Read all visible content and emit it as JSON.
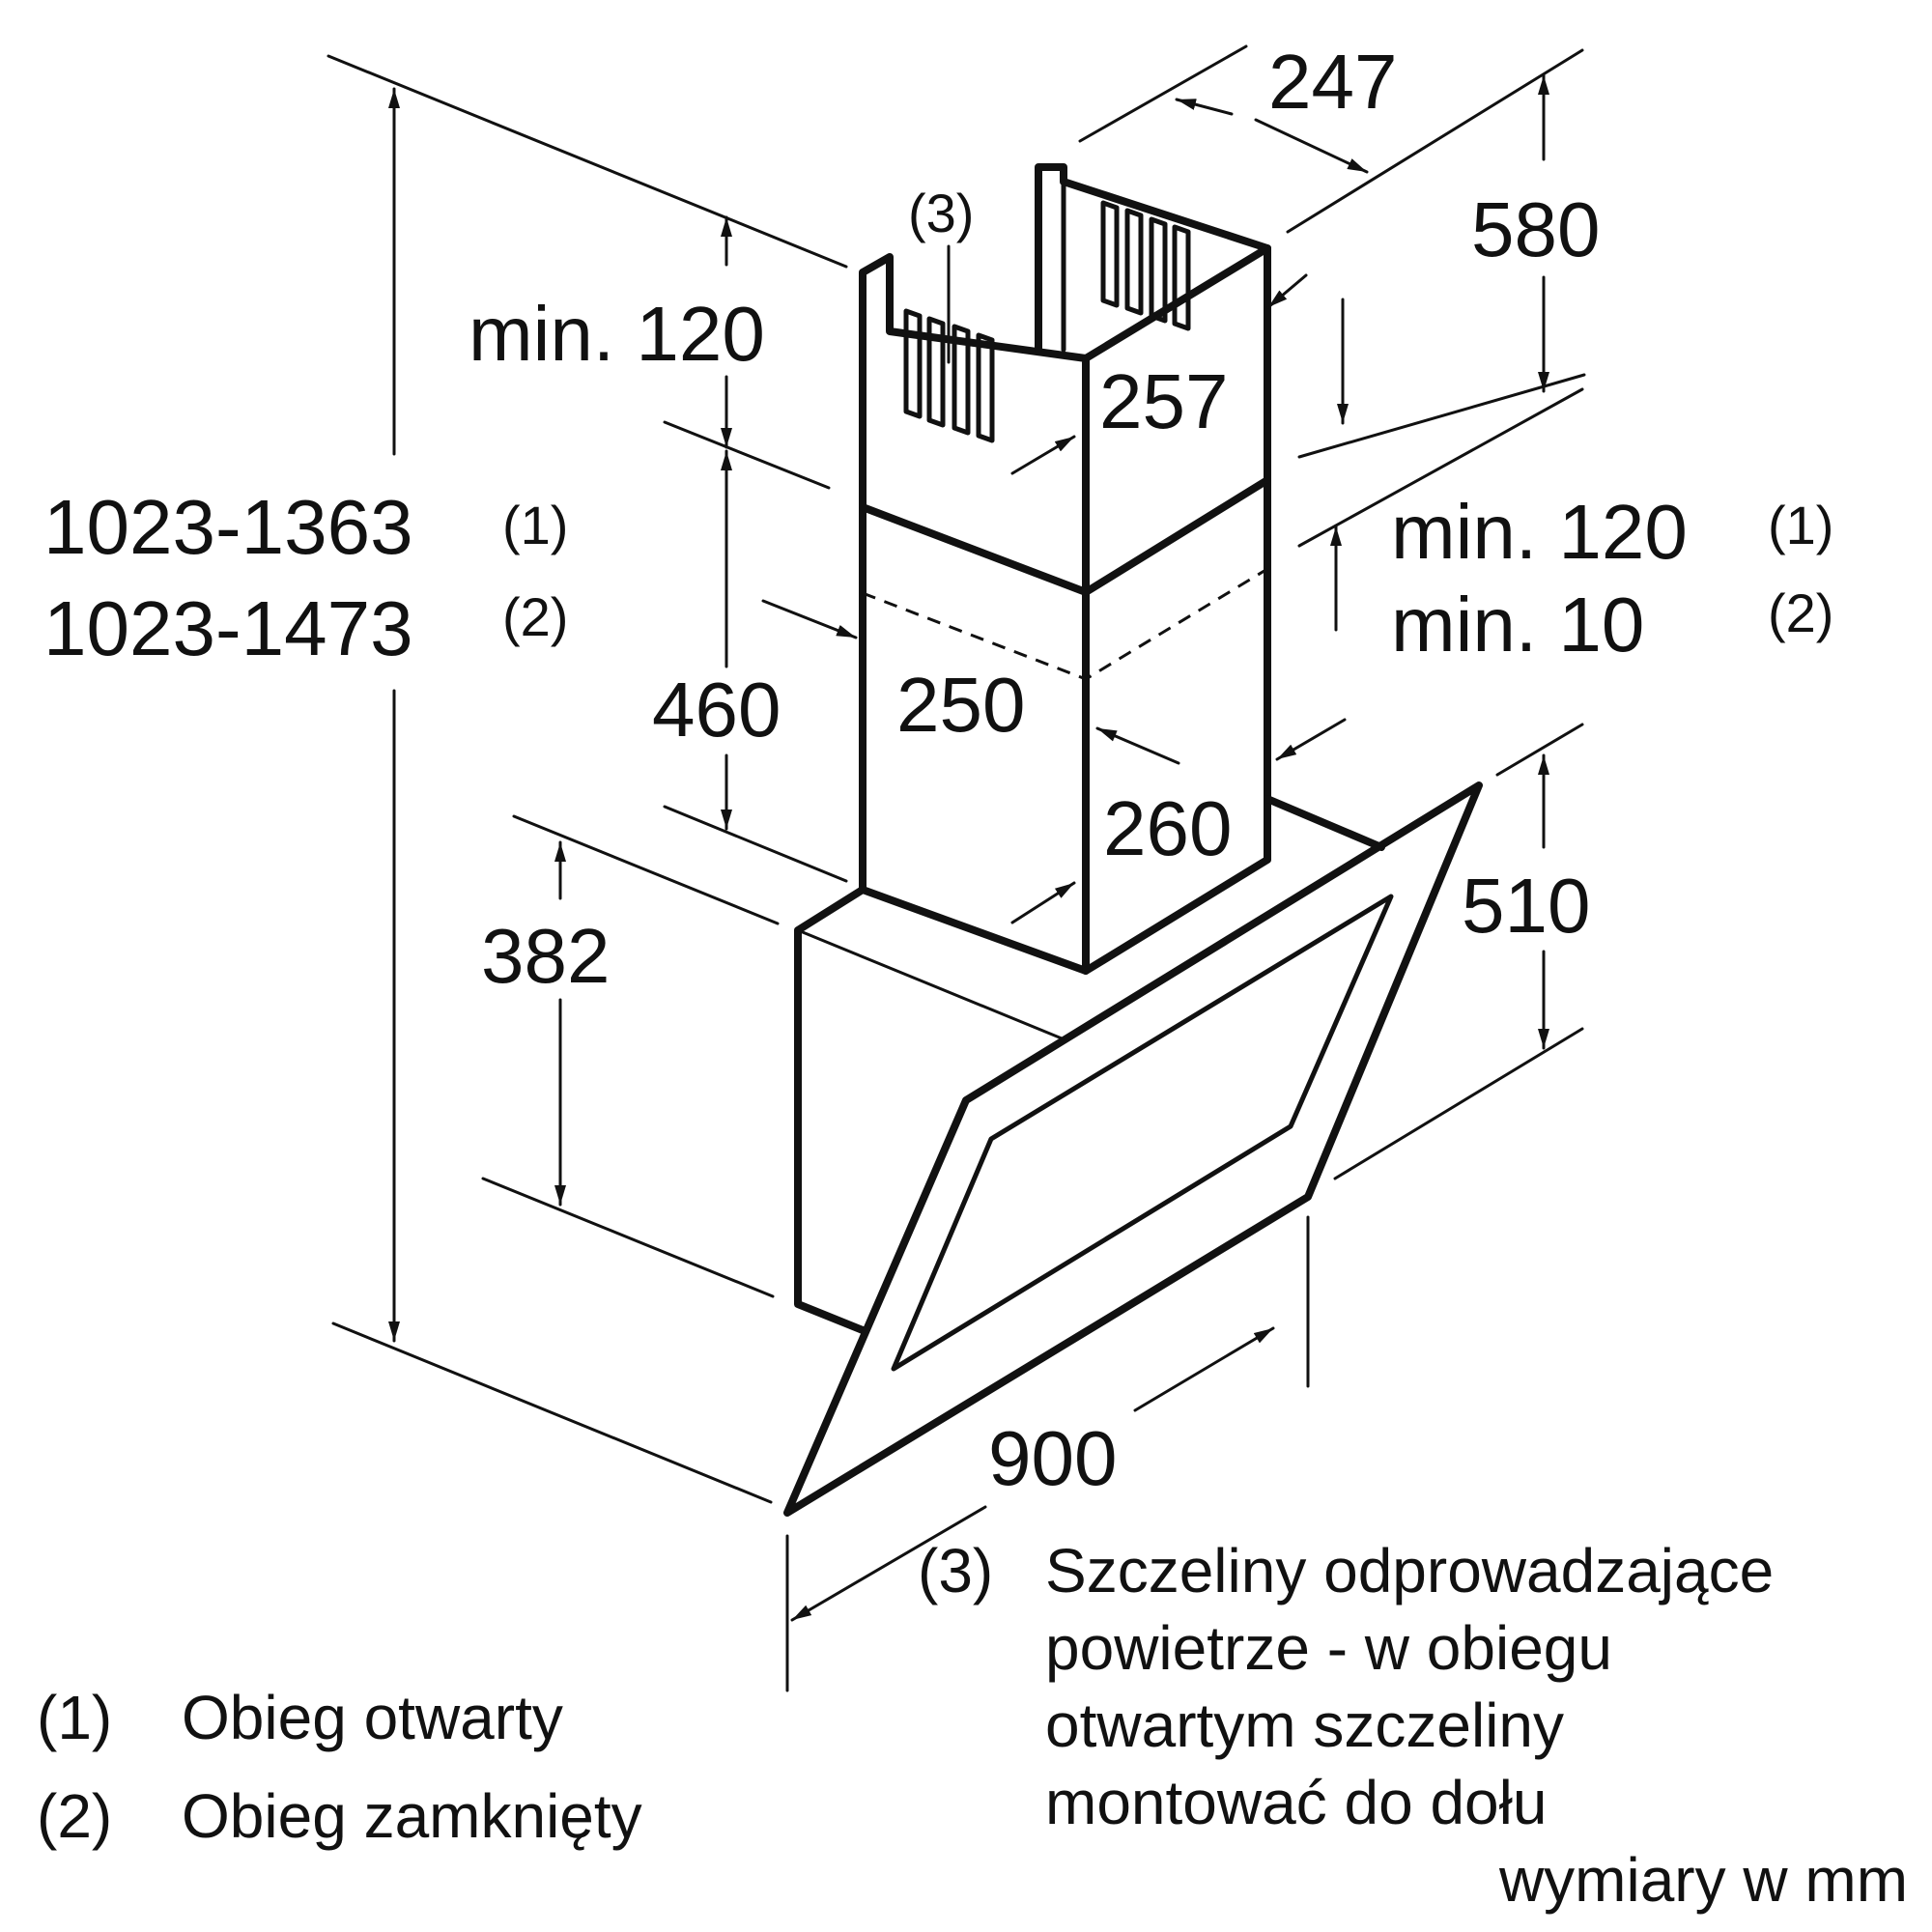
{
  "dimensions": {
    "total_height_1": "1023-1363",
    "total_height_2": "1023-1473",
    "chimney_depth": "247",
    "upper_chimney_height": "580",
    "min_upper_gap": "min. 120",
    "upper_chimney_width": "257",
    "lower_chimney_height": "460",
    "lower_chimney_width": "250",
    "lower_chimney_depth": "260",
    "min_lower_gap_1": "min. 120",
    "min_lower_gap_2": "min. 10",
    "body_height": "382",
    "canopy_height": "510",
    "hood_width": "900"
  },
  "markers": {
    "m1": "(1)",
    "m2": "(2)",
    "m3": "(3)"
  },
  "legend": {
    "item1": {
      "marker": "(1)",
      "text": "Obieg otwarty"
    },
    "item2": {
      "marker": "(2)",
      "text": "Obieg zamknięty"
    },
    "item3": {
      "marker": "(3)",
      "line1": "Szczeliny odprowadzające",
      "line2": "powietrze - w obiegu",
      "line3": "otwartym szczeliny",
      "line4": "montować do dołu"
    },
    "units": "wymiary w mm"
  }
}
